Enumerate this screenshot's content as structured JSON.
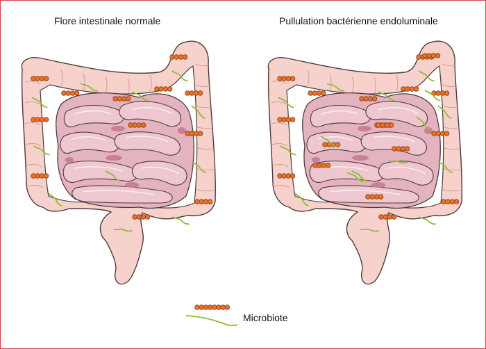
{
  "panels": {
    "left_title": "Flore intestinale normale",
    "right_title": "Pullulation bactérienne endoluminale"
  },
  "legend": {
    "label": "Microbiote"
  },
  "colors": {
    "frame": "#d9414b",
    "colon_fill": "#f7d2cc",
    "colon_shade": "#eebbb2",
    "small_intestine_fill": "#e4b3c0",
    "small_intestine_dark": "#c98097",
    "outline": "#4d3a3c",
    "bacteria_fill": "#e8742a",
    "bacteria_stroke": "#8a3a10",
    "microbiota_line": "#8ebb3a"
  },
  "icons": [
    "bacteria-chain-icon",
    "microbiota-filament-icon"
  ]
}
